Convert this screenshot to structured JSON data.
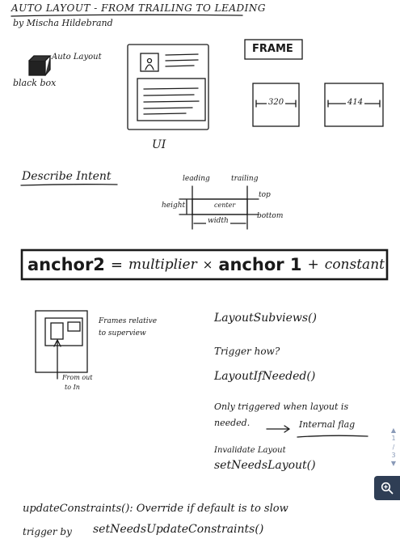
{
  "title": "AUTO LAYOUT - FROM TRAILING TO LEADING",
  "author": "by Mischa Hildebrand",
  "black_box": {
    "label_top": "Auto Layout",
    "label_bottom": "black box"
  },
  "ui_label": "UI",
  "frame": {
    "title": "FRAME",
    "width_a": "320",
    "width_b": "414"
  },
  "describe_intent": "Describe Intent",
  "diagram": {
    "leading": "leading",
    "trailing": "trailing",
    "top": "top",
    "bottom": "bottom",
    "height": "height",
    "center": "center",
    "width": "width"
  },
  "equation": {
    "anchor2": "anchor2",
    "equals": "=",
    "multiplier": "multiplier",
    "times": "×",
    "anchor1": "anchor 1",
    "plus": "+",
    "constant": "constant"
  },
  "frames_note": {
    "line1": "Frames relative",
    "line2": "to superview",
    "from1": "From out",
    "from2": "to In"
  },
  "notes": {
    "layout_subviews": "LayoutSubviews()",
    "trigger_how": "Trigger how?",
    "layout_if_needed": "LayoutIfNeeded()",
    "only_triggered": "Only triggered when layout is",
    "needed": "needed.",
    "internal_flag": "Internal flag",
    "invalidate": "Invalidate Layout",
    "set_needs_layout": "setNeedsLayout()",
    "update_constraints": "updateConstraints(): Override if default is to slow",
    "trigger_by": "trigger by",
    "set_needs_update": "setNeedsUpdateConstraints()"
  },
  "pager": {
    "up": "▲",
    "page": "1",
    "sep": "/",
    "total": "3",
    "down": "▼"
  },
  "colors": {
    "ink": "#1a1a1a",
    "pager": "#8a9ab8",
    "zoom_bg": "#2f3e55"
  },
  "icons": {
    "zoom": "zoom-in-icon",
    "box": "black-box-icon"
  }
}
